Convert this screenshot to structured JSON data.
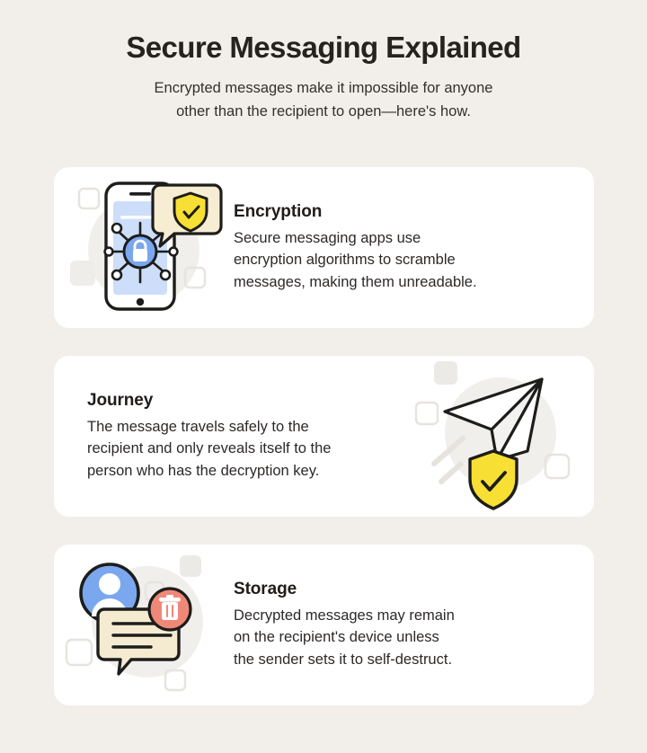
{
  "header": {
    "title": "Secure Messaging Explained",
    "subtitle_line1": "Encrypted messages make it impossible for anyone",
    "subtitle_line2": "other than the recipient to open—here's how."
  },
  "colors": {
    "background": "#f2efea",
    "card_background": "#ffffff",
    "title_text": "#26221f",
    "body_text": "#2c2927",
    "accent_yellow": "#f7e033",
    "accent_blue": "#7aa7ee",
    "accent_red": "#f08878",
    "bubble_cream": "#f5ebd0",
    "screen_blue": "#cddefa",
    "outline_dark": "#1d1d1b",
    "decor_gray": "#eceae6"
  },
  "cards": [
    {
      "id": "encryption",
      "title": "Encryption",
      "text": "Secure messaging apps use encryption algorithms to scramble messages, making them unreadable.",
      "lines": [
        "Secure messaging apps use",
        "encryption algorithms to scramble",
        "messages, making them unreadable."
      ],
      "art": "phone-lock-shield",
      "art_side": "left",
      "icon_names": [
        "smartphone-icon",
        "lock-network-icon",
        "speech-bubble-icon",
        "shield-check-icon"
      ]
    },
    {
      "id": "journey",
      "title": "Journey",
      "text": "The message travels safely to the recipient and only reveals itself to the person who has the decryption key.",
      "lines": [
        "The message travels safely to the",
        "recipient and only reveals itself to the",
        "person who has the decryption key."
      ],
      "art": "paper-plane-shield",
      "art_side": "right",
      "icon_names": [
        "paper-plane-icon",
        "shield-check-icon"
      ]
    },
    {
      "id": "storage",
      "title": "Storage",
      "text": "Decrypted messages may remain on the recipient's device unless the sender sets it to self-destruct.",
      "lines": [
        "Decrypted messages may remain",
        "on the recipient's device unless",
        "the sender sets it to self-destruct."
      ],
      "art": "avatar-message-trash",
      "art_side": "left",
      "icon_names": [
        "avatar-icon",
        "speech-bubble-icon",
        "trash-icon"
      ]
    }
  ]
}
